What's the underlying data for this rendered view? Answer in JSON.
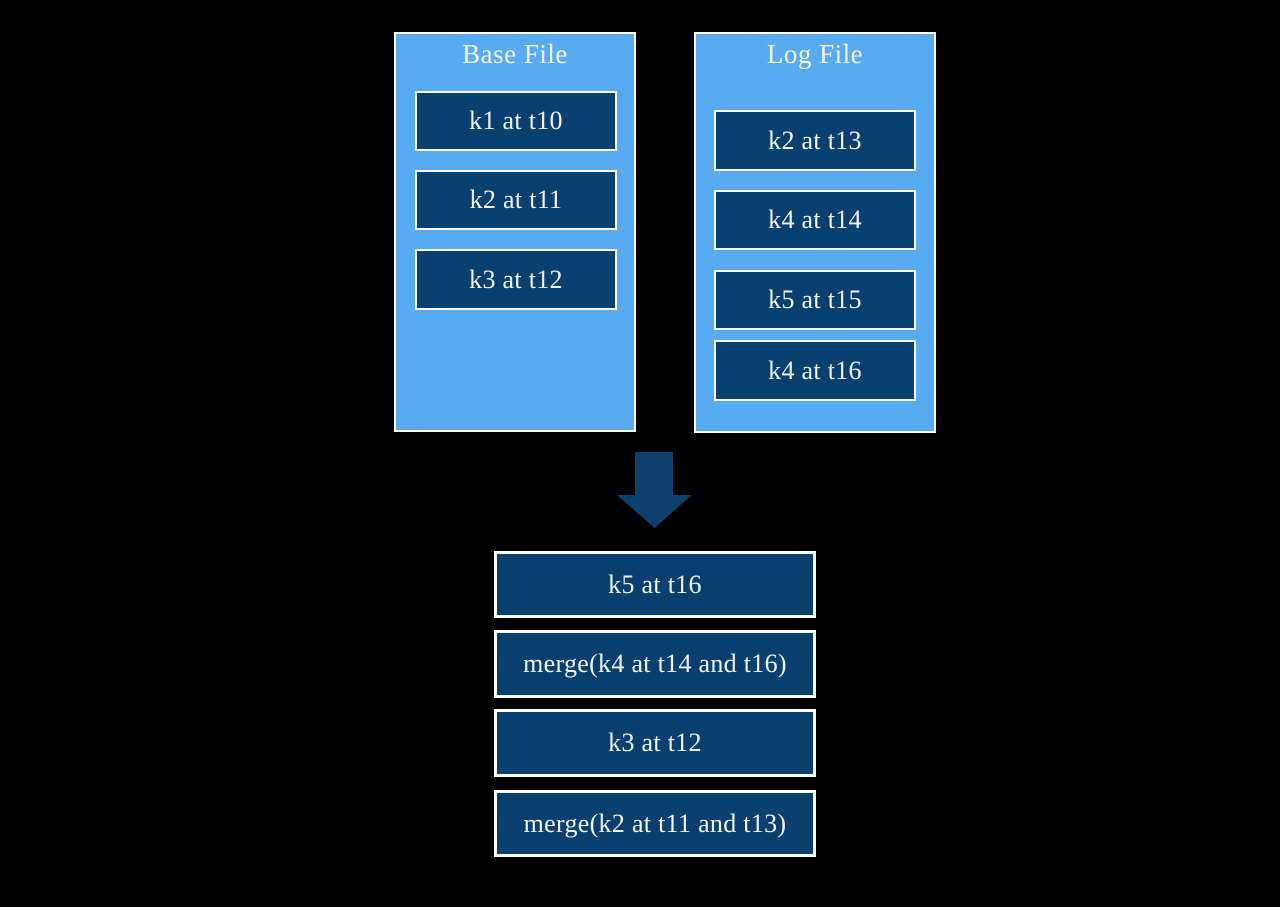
{
  "colors": {
    "background": "#000000",
    "panel_blue": "#58abf0",
    "box_navy": "#09406f",
    "border": "#ffffff",
    "text": "#f3f3f3"
  },
  "base_file": {
    "title": "Base File",
    "records": [
      "k1 at t10",
      "k2 at t11",
      "k3 at t12"
    ]
  },
  "log_file": {
    "title": "Log File",
    "records": [
      "k2 at t13",
      "k4 at t14",
      "k5 at t15",
      "k4 at t16"
    ]
  },
  "merged_view": {
    "records": [
      "k5 at t16",
      "merge(k4 at t14 and t16)",
      "k3 at t12",
      "merge(k2 at t11 and t13)"
    ]
  }
}
